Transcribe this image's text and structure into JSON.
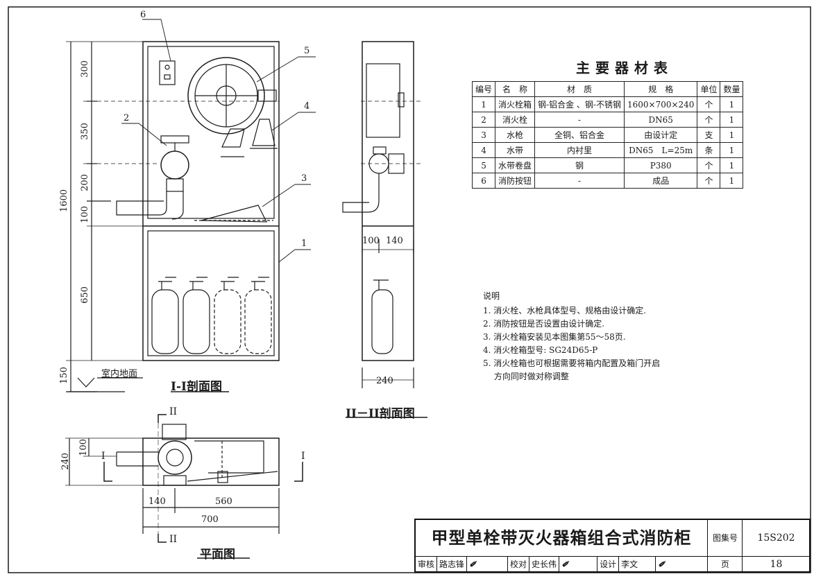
{
  "views": {
    "section_1": {
      "title": "I-I剖面图",
      "dims": [
        "300",
        "350",
        "200",
        "100",
        "650",
        "1600",
        "150"
      ],
      "floor_label": "室内地面",
      "callouts": [
        "1",
        "2",
        "3",
        "4",
        "5",
        "6"
      ]
    },
    "section_2": {
      "title": "II－II剖面图",
      "dims": [
        "100",
        "140",
        "240"
      ]
    },
    "plan": {
      "title": "平面图",
      "dims": [
        "240",
        "100",
        "140",
        "560",
        "700"
      ],
      "cut_marks": [
        "I",
        "I",
        "II",
        "II"
      ]
    }
  },
  "materials": {
    "title": "主要器材表",
    "headers": [
      "编号",
      "名　称",
      "材　质",
      "规　格",
      "单位",
      "数量"
    ],
    "rows": [
      [
        "1",
        "消火栓箱",
        "钢-铝合金 、钢-不锈钢",
        "1600×700×240",
        "个",
        "1"
      ],
      [
        "2",
        "消火栓",
        "-",
        "DN65",
        "个",
        "1"
      ],
      [
        "3",
        "水枪",
        "全铜、铝合金",
        "由设计定",
        "支",
        "1"
      ],
      [
        "4",
        "水带",
        "内衬里",
        "DN65　L=25m",
        "条",
        "1"
      ],
      [
        "5",
        "水带卷盘",
        "钢",
        "P380",
        "个",
        "1"
      ],
      [
        "6",
        "消防按钮",
        "-",
        "成品",
        "个",
        "1"
      ]
    ]
  },
  "notes": {
    "heading": "说明",
    "items": [
      "1. 消火栓、水枪具体型号、规格由设计确定.",
      "2. 消防按钮是否设置由设计确定.",
      "3. 消火栓箱安装见本图集第55～58页.",
      "4. 消火栓箱型号: SG24D65-P",
      "5. 消火栓箱也可根据需要将箱内配置及箱门开启",
      "　 方向同时做对称调整"
    ]
  },
  "title_block": {
    "title": "甲型单栓带灭火器箱组合式消防柜",
    "atlas_label": "图集号",
    "atlas_no": "15S202",
    "page_label": "页",
    "page_no": "18",
    "review_label": "审核",
    "review_name": "路志锋",
    "check_label": "校对",
    "check_name": "史长伟",
    "design_label": "设计",
    "design_name": "李文"
  }
}
